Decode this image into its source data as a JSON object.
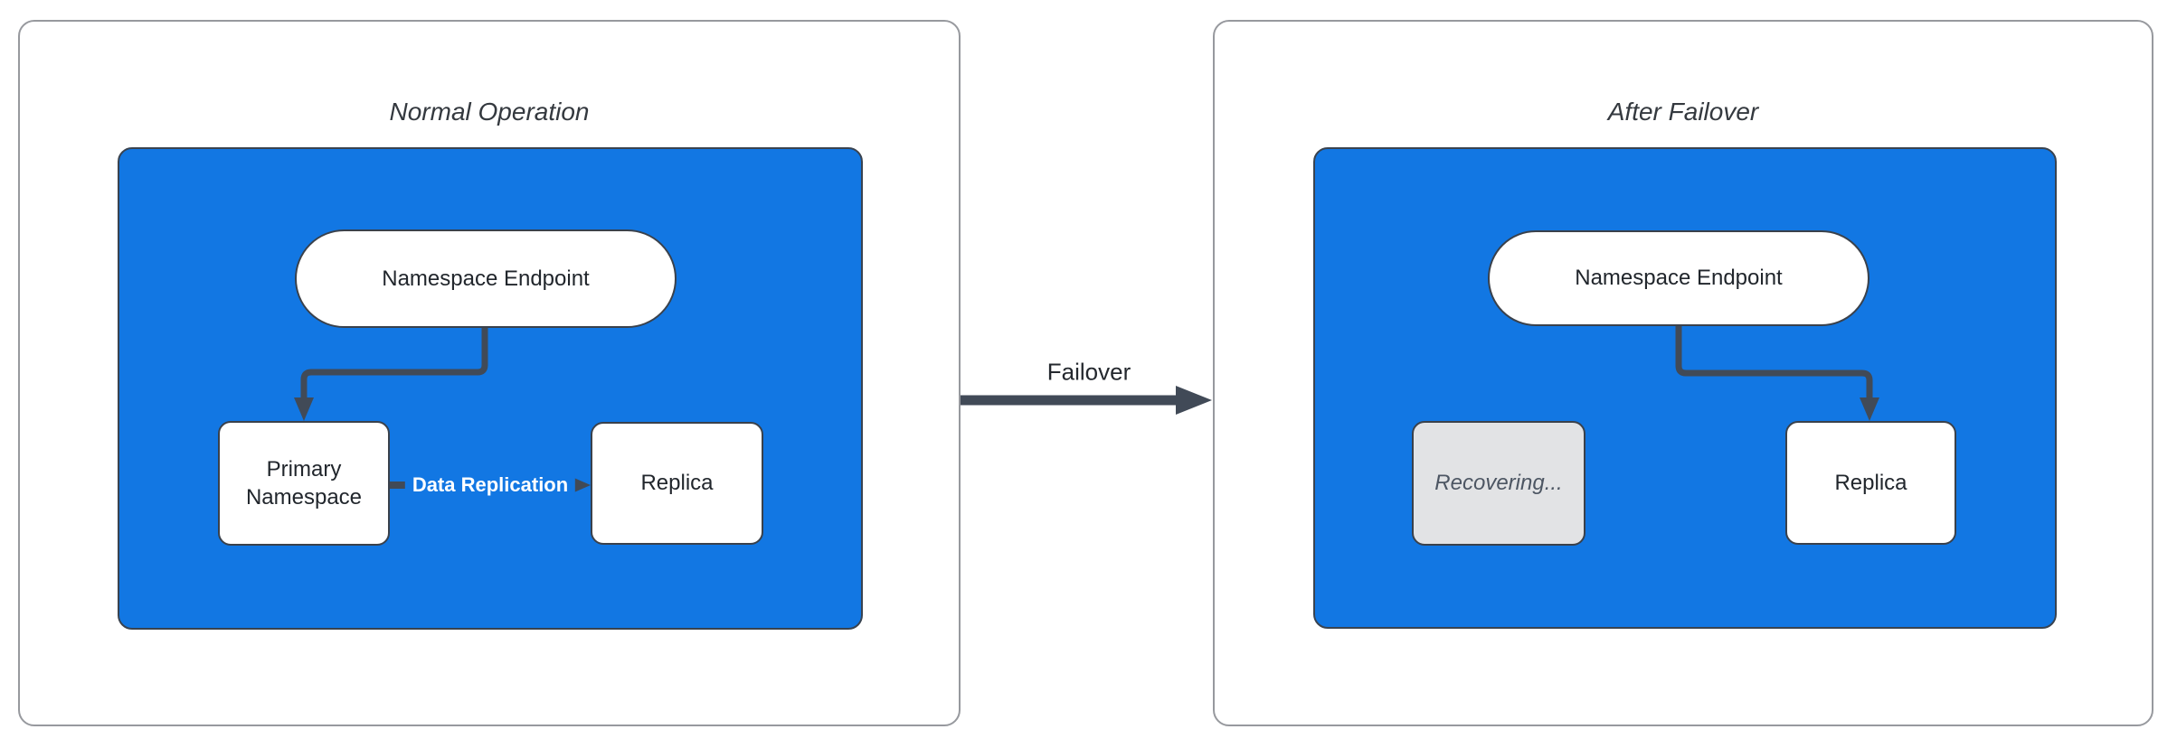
{
  "diagram": {
    "transition": {
      "label": "Failover",
      "direction": "left-panel-to-right-panel"
    },
    "panels": [
      {
        "title": "Normal Operation",
        "endpoint_label": "Namespace Endpoint",
        "nodes": [
          {
            "id": "primary-namespace",
            "label": "Primary Namespace",
            "state": "active"
          },
          {
            "id": "replica",
            "label": "Replica",
            "state": "active"
          }
        ],
        "edges": [
          {
            "from": "Namespace Endpoint",
            "to": "Primary Namespace",
            "label": ""
          },
          {
            "from": "Primary Namespace",
            "to": "Replica",
            "label": "Data Replication"
          }
        ],
        "edge_label": "Data Replication"
      },
      {
        "title": "After Failover",
        "endpoint_label": "Namespace Endpoint",
        "nodes": [
          {
            "id": "recovering",
            "label": "Recovering...",
            "state": "recovering"
          },
          {
            "id": "replica",
            "label": "Replica",
            "state": "active"
          }
        ],
        "edges": [
          {
            "from": "Namespace Endpoint",
            "to": "Replica",
            "label": ""
          }
        ]
      }
    ]
  },
  "colors": {
    "container_blue": "#1277E3",
    "connector_stroke": "#414A57",
    "node_border": "#3A414B",
    "panel_border": "#97999E",
    "node_fill": "#FFFFFF",
    "recovering_fill": "#E2E3E5",
    "recovering_text": "#4D5663",
    "title_text": "#34393F",
    "node_text": "#21262C",
    "edge_label_text": "#FFFFFF"
  }
}
